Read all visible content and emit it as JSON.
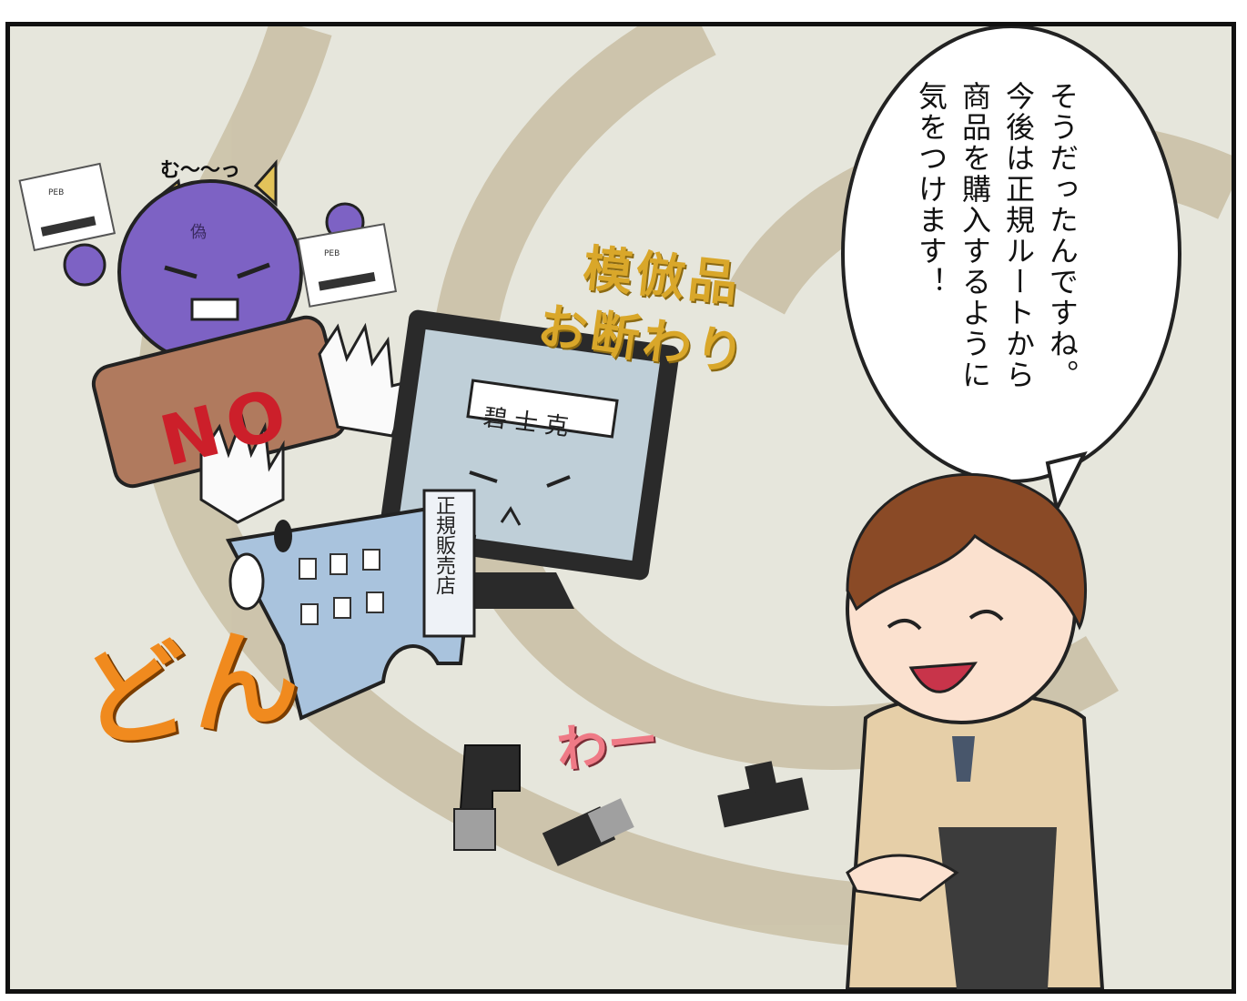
{
  "speech": {
    "lines": [
      "そうだったんですね。",
      "今後は正規ルートから",
      "商品を購入するように",
      "気をつけます！"
    ]
  },
  "signs": {
    "title_line1": "模倣品",
    "title_line2": "お断わり",
    "no_label": "NO",
    "search_query": "碧士克",
    "store_label": "正規販売店",
    "fake_kanji": "偽"
  },
  "sfx": {
    "mu": "む〜〜っ",
    "don": "どん",
    "wa": "わー"
  },
  "labels": {
    "card_brand": "PEB"
  },
  "colors": {
    "background": "#e6e6dc",
    "swirl": "#c9bfa4",
    "monster": "#7d62c4",
    "no_sign": "#b07a5e",
    "no_text": "#cc1f2a",
    "building": "#a9c3dd",
    "title": "#d9a72a",
    "don": "#f08a1e",
    "wa": "#ef7a86",
    "jacket": "#e6cfa8",
    "hair": "#8a4a26"
  }
}
